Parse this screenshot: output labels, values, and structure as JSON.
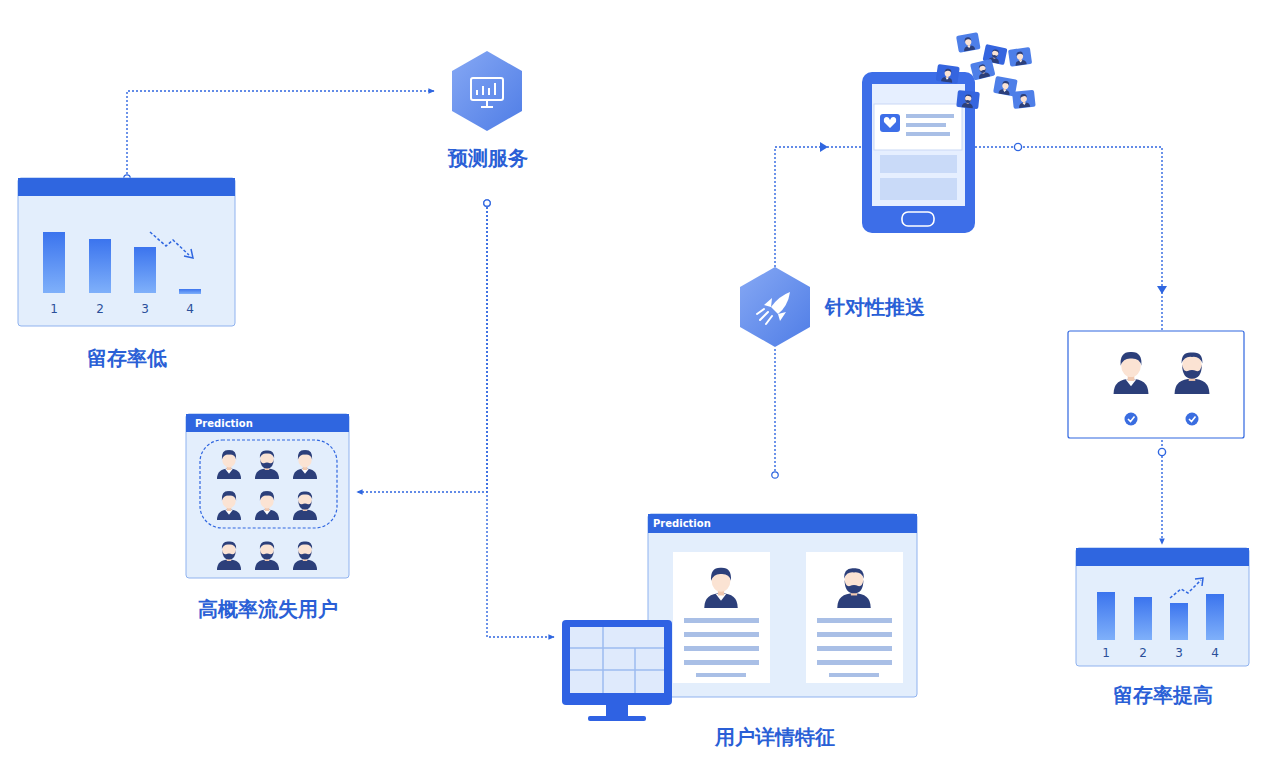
{
  "diagram": {
    "nodes": [
      {
        "text": [
          "留存率低"
        ]
      },
      {
        "text": [
          "预测服务"
        ]
      },
      {
        "text": [
          "Prediction",
          "高概率流失用户"
        ]
      },
      {
        "text": [
          "Prediction",
          "用户详情特征"
        ]
      },
      {
        "text": [
          "针对性推送"
        ]
      },
      {
        "text": [
          "留存率提高"
        ]
      }
    ],
    "edges": [
      {
        "from": 0,
        "to": 1,
        "arrow": "to"
      },
      {
        "from": 1,
        "to": 2,
        "arrow": "to"
      },
      {
        "from": 1,
        "to": 3,
        "arrow": "to"
      },
      {
        "from": 3,
        "to": 4,
        "arrow": "none"
      },
      {
        "from": 4,
        "to": 5,
        "arrow": "to"
      }
    ],
    "labels": [
      "1",
      "2",
      "3",
      "4",
      "1",
      "2",
      "3",
      "4"
    ]
  }
}
